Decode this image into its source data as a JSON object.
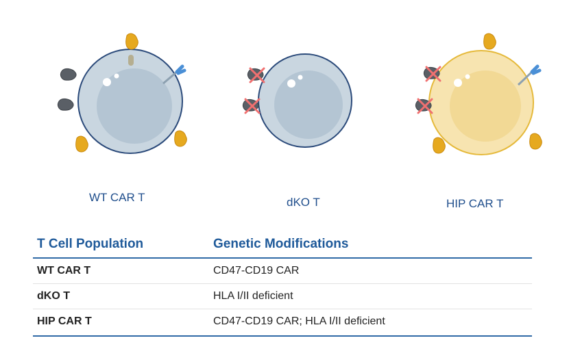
{
  "cells": [
    {
      "label": "WT CAR T",
      "fill": "#c9d6e0",
      "nucleus": "#b4c5d3",
      "edges": "#2b4a7a",
      "ligands": "yellow-and-gray",
      "knocked_out": false
    },
    {
      "label": "dKO T",
      "fill": "#c9d6e0",
      "nucleus": "#b4c5d3",
      "edges": "#2b4a7a",
      "knocked_out": true
    },
    {
      "label": "HIP CAR T",
      "fill": "#f7e4b0",
      "nucleus": "#f0d48a",
      "edges": "#e5b93a",
      "knocked_out": true
    }
  ],
  "table": {
    "headers": [
      "T Cell Population",
      "Genetic Modifications"
    ],
    "rows": [
      {
        "population": "WT CAR T",
        "modifications": "CD47-CD19 CAR"
      },
      {
        "population": "dKO T",
        "modifications": "HLA I/II deficient"
      },
      {
        "population": "HIP CAR T",
        "modifications": "CD47-CD19 CAR; HLA I/II deficient"
      }
    ]
  }
}
